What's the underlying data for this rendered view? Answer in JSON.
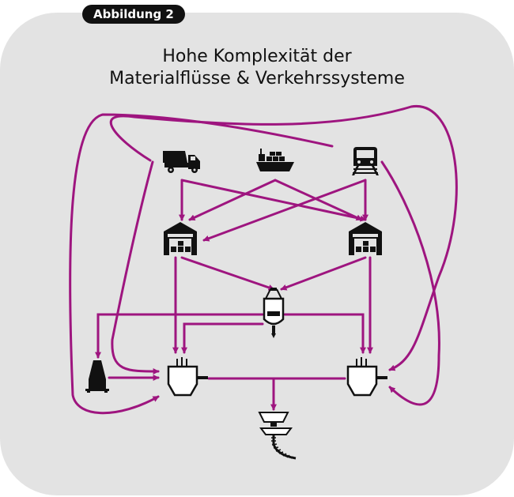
{
  "figure_label": "Abbildung 2",
  "title": {
    "line1": "Hohe Komplexität der",
    "line2": "Materialflüsse & Verkehrssysteme"
  },
  "colors": {
    "flow": "#9e157f",
    "icon": "#111111",
    "background": "#e3e3e3",
    "label_bg": "#111111",
    "label_text": "#ffffff"
  },
  "nodes": [
    {
      "id": "truck",
      "icon": "truck-icon"
    },
    {
      "id": "ship",
      "icon": "ship-icon"
    },
    {
      "id": "train",
      "icon": "train-icon"
    },
    {
      "id": "warehouse-left",
      "icon": "warehouse-icon"
    },
    {
      "id": "warehouse-right",
      "icon": "warehouse-icon"
    },
    {
      "id": "crane-ladle",
      "icon": "crane-ladle-icon"
    },
    {
      "id": "blast-furnace",
      "icon": "blast-furnace-icon"
    },
    {
      "id": "converter-left",
      "icon": "converter-icon"
    },
    {
      "id": "converter-right",
      "icon": "converter-icon"
    },
    {
      "id": "continuous-caster",
      "icon": "continuous-caster-icon"
    }
  ]
}
